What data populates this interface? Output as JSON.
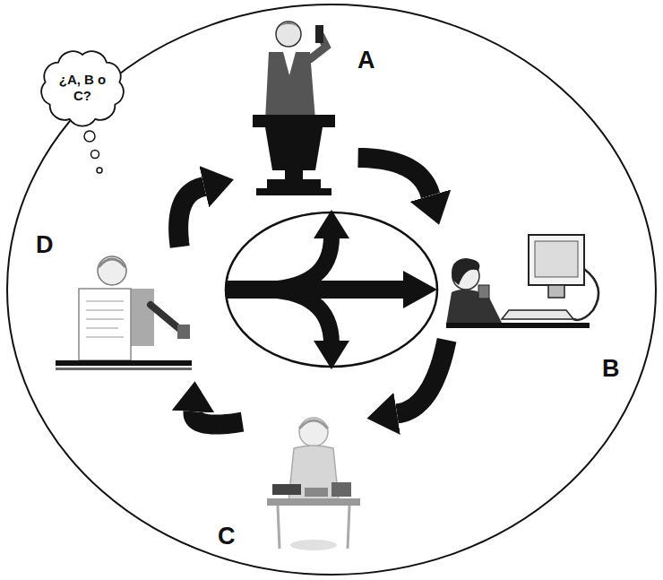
{
  "diagram": {
    "nodes": [
      {
        "text": [
          "A"
        ]
      },
      {
        "text": [
          "B"
        ]
      },
      {
        "text": [
          "C"
        ]
      },
      {
        "text": [
          "D"
        ]
      },
      {
        "text": [
          "¿A, B o C?"
        ]
      }
    ],
    "edges": [
      {
        "from": 0,
        "to": 1,
        "arrow": "to"
      },
      {
        "from": 1,
        "to": 2,
        "arrow": "to"
      },
      {
        "from": 2,
        "to": 3,
        "arrow": "to"
      },
      {
        "from": 3,
        "to": 0,
        "arrow": "to"
      }
    ]
  }
}
